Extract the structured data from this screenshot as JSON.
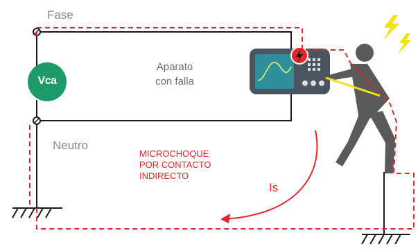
{
  "labels": {
    "phase": "Fase",
    "neutral": "Neutro",
    "source": "Vca",
    "device_line1": "Aparato",
    "device_line2": "con falla",
    "shock_line1": "MICROCHOQUE",
    "shock_line2": "POR CONTACTO",
    "shock_line3": "INDIRECTO",
    "current": "Is"
  },
  "colors": {
    "wire": "#1a1a1a",
    "source_fill": "#1d9a68",
    "fault_path": "#e3262b",
    "person": "#5a5a5a",
    "lightning": "#f2e21a",
    "monitor_body": "#4a5560",
    "monitor_screen": "#2f8f9a",
    "label_gray": "#8a8a8a"
  },
  "icons": [
    "voltage-source-icon",
    "monitor-device-icon",
    "fault-shock-icon",
    "person-icon",
    "lightning-icon",
    "ground-icon"
  ]
}
